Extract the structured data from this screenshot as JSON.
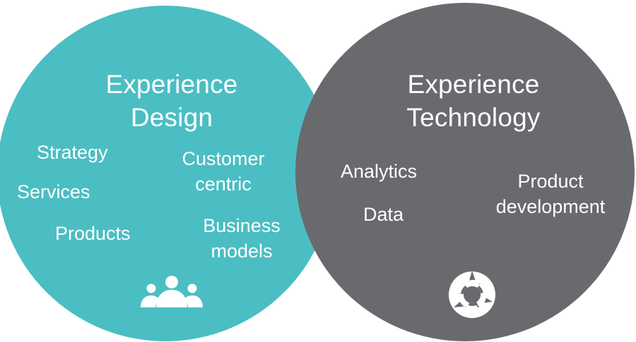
{
  "colors": {
    "design_circle": "#4bbec3",
    "technology_circle": "#696a6e",
    "text": "#ffffff"
  },
  "design": {
    "title_line1": "Experience",
    "title_line2": "Design",
    "items": {
      "strategy": "Strategy",
      "services": "Services",
      "products": "Products",
      "customer_line1": "Customer",
      "customer_line2": "centric",
      "business_line1": "Business",
      "business_line2": "models"
    },
    "icon": "people-group-icon"
  },
  "technology": {
    "title_line1": "Experience",
    "title_line2": "Technology",
    "items": {
      "analytics": "Analytics",
      "data": "Data",
      "product_line1": "Product",
      "product_line2": "development"
    },
    "icon": "cycle-arrows-icon"
  }
}
